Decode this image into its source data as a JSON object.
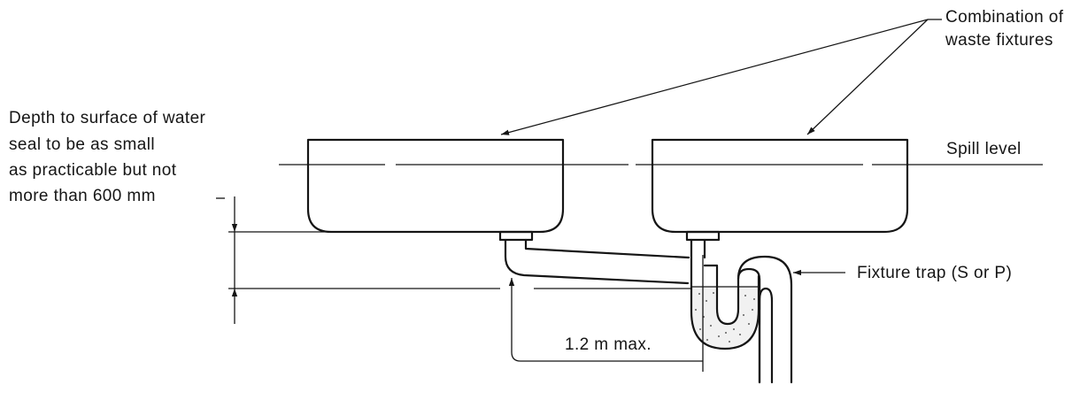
{
  "labels": {
    "combination_line1": "Combination of",
    "combination_line2": "waste fixtures",
    "depth_line1": "Depth to surface of water",
    "depth_line2": "seal to be as small",
    "depth_line3": "as practicable but not",
    "depth_line4": "more than 600 mm",
    "spill_level": "Spill level",
    "fixture_trap": "Fixture trap (S or P)",
    "distance": "1.2 m max."
  },
  "colors": {
    "ink": "#151515",
    "water_fill": "#f1f1f1",
    "background": "#ffffff"
  }
}
